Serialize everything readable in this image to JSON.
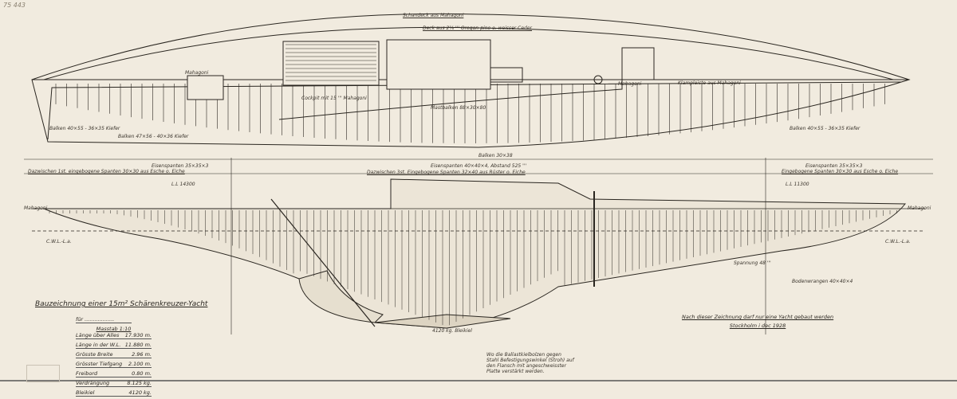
{
  "corner_mark": "75 443",
  "title": "Bauzeichnung einer 15m² Schärenkreuzer-Yacht",
  "for_label": "für ..................",
  "scale": "Masstab 1:10",
  "specs": [
    {
      "label": "Länge über Alles",
      "value": "17.930 m."
    },
    {
      "label": "Länge in der W.L.",
      "value": "11.880 m."
    },
    {
      "label": "Grösste Breite",
      "value": "2.96 m."
    },
    {
      "label": "Grösster Tiefgang",
      "value": "2.100 m."
    },
    {
      "label": "Freibord",
      "value": "0.80 m."
    },
    {
      "label": "Verdrängung",
      "value": "8.125 kg."
    },
    {
      "label": "Bleikiel",
      "value": "4120 kg."
    }
  ],
  "note": {
    "line1": "Nach dieser Zeichnung darf nur eine Yacht gebaut werden",
    "line2": "Stockholm i dec 1928"
  },
  "plan_labels": {
    "deck": "Schandeck aus Mahagoni",
    "deck2": "Deck aus 2⅝ ''' Oregon-pine o. weisser Ceder",
    "cockpit": "Cockpit mit 15 ''' Mahagoni",
    "mahagoni1": "Mahagoni",
    "mahagoni2": "Mahagoni",
    "klampe": "Klampleiste aus Mahagoni",
    "balken1": "Balken 40×55 - 36×35 Kiefer",
    "balken2": "Balken 47×56 - 40×36 Kiefer",
    "balken3": "Balken 30×38",
    "balken4": "Balken 40×55 - 36×35 Kiefer",
    "mast": "Mastbalken 88×30×80"
  },
  "profile_labels": {
    "eisen1": "Eisenspanten 35×35×3",
    "eisen1b": "Dazwischen 1st. eingebogene Spanten 30×30 aus Esche o. Eiche",
    "eisen2": "Eisenspanten 40×40×4, Abstand 525 '''",
    "eisen2b": "Dazwischen 3st. Eingebogene Spanten 32×40 aus Rüster o. Eiche",
    "eisen3": "Eisenspanten 35×35×3",
    "eisen3b": "Eingebogene Spanten 30×30 aus Esche o. Eiche",
    "lwl_left": "L.L 14300",
    "lwl_right": "L.L 11300",
    "mahagoni_l": "Mahagoni",
    "mahagoni_r": "Mahagoni",
    "cwl_l": "C.W.L.-L.a.",
    "cwl_r": "C.W.L.-L.a.",
    "bleikiel": "4120 kg. Bleikiel",
    "boden": "Bodenwrangen 40×40×4",
    "spannung": "Spannung 48 '''",
    "note_bolts": "Wo die Ballastkielbolzen gegen Stahl Befestigungswinkel (Stroh) auf den Flansch mit angeschweisster Platte verstärkt werden."
  },
  "colors": {
    "paper": "#f1ebdf",
    "ink": "#2a2620"
  }
}
